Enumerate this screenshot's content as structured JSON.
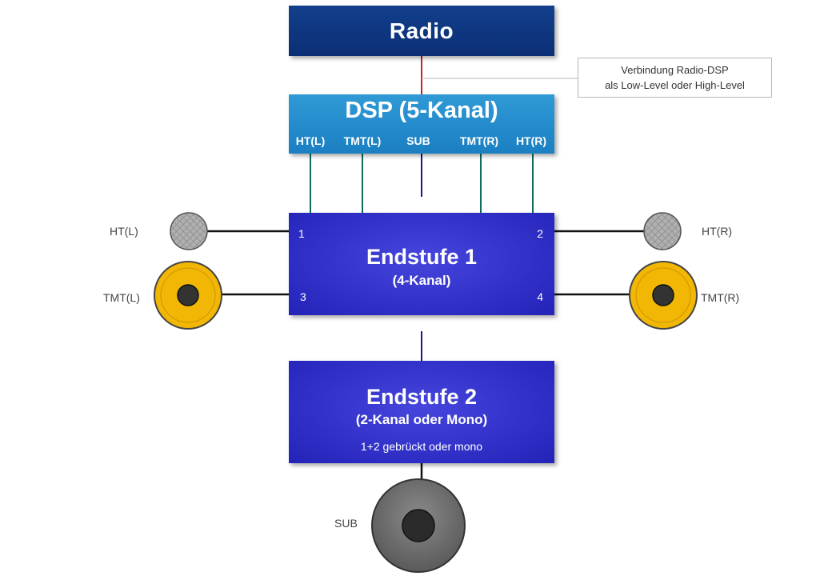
{
  "radio": {
    "title": "Radio"
  },
  "dsp": {
    "title": "DSP (5-Kanal)",
    "channels": [
      "HT(L)",
      "TMT(L)",
      "SUB",
      "TMT(R)",
      "HT(R)"
    ]
  },
  "callout": {
    "line1": "Verbindung Radio-DSP",
    "line2": "als Low-Level oder High-Level"
  },
  "amp1": {
    "title": "Endstufe 1",
    "subtitle": "(4-Kanal)",
    "ports": [
      "1",
      "2",
      "3",
      "4"
    ]
  },
  "amp2": {
    "title": "Endstufe 2",
    "subtitle": "(2-Kanal oder Mono)",
    "note": "1+2 gebrückt oder mono"
  },
  "speakers": {
    "ht_left": "HT(L)",
    "ht_right": "HT(R)",
    "tmt_left": "TMT(L)",
    "tmt_right": "TMT(R)",
    "sub": "SUB"
  },
  "colors": {
    "radio": "#0b2f75",
    "dsp": "#1b7fc2",
    "amplifier": "#2e2ec6",
    "signal_radio_dsp": "#cc1f1f",
    "signal_channels": "#0e6b5e",
    "signal_sub": "#17178a",
    "midwoofer_ring": "#f2b705",
    "subwoofer": "#6e6e6e"
  }
}
